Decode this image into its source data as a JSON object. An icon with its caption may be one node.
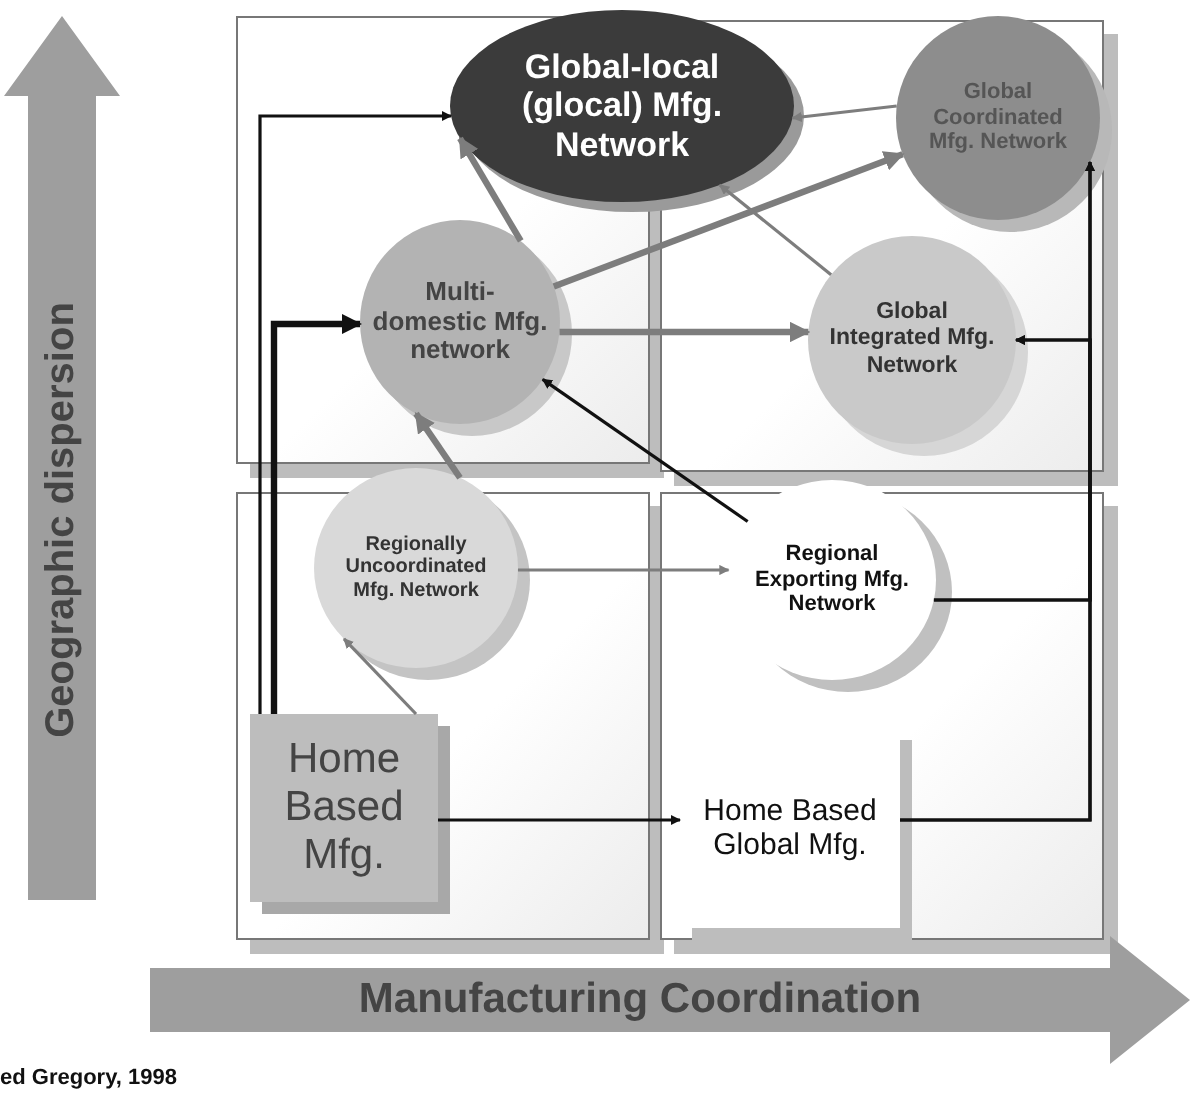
{
  "diagram": {
    "nodes": [
      {
        "text": [
          "Global-local (glocal) Mfg. Network"
        ]
      },
      {
        "text": [
          "Global Coordinated Mfg. Network"
        ]
      },
      {
        "text": [
          "Multi-domestic Mfg. network"
        ]
      },
      {
        "text": [
          "Global Integrated Mfg. Network"
        ]
      },
      {
        "text": [
          "Regionally Uncoordinated Mfg. Network"
        ]
      },
      {
        "text": [
          "Regional Exporting Mfg. Network"
        ]
      },
      {
        "text": [
          "Home Based Mfg."
        ]
      },
      {
        "text": [
          "Home Based Global Mfg."
        ]
      }
    ],
    "edges": [
      {
        "from": 6,
        "to": 0,
        "arrow": "to",
        "color": "#111111"
      },
      {
        "from": 6,
        "to": 2,
        "arrow": "to",
        "color": "#111111",
        "style": "thick"
      },
      {
        "from": 6,
        "to": 4,
        "arrow": "to",
        "color": "#7d7d7d"
      },
      {
        "from": 6,
        "to": 7,
        "arrow": "to",
        "color": "#111111"
      },
      {
        "from": 4,
        "to": 2,
        "arrow": "to",
        "color": "#7d7d7d",
        "style": "thick"
      },
      {
        "from": 4,
        "to": 5,
        "arrow": "to",
        "color": "#7d7d7d"
      },
      {
        "from": 5,
        "to": 2,
        "arrow": "to",
        "color": "#111111"
      },
      {
        "from": 2,
        "to": 0,
        "arrow": "to",
        "color": "#7d7d7d",
        "style": "thick"
      },
      {
        "from": 2,
        "to": 1,
        "arrow": "to",
        "color": "#7d7d7d",
        "style": "thick"
      },
      {
        "from": 2,
        "to": 3,
        "arrow": "to",
        "color": "#7d7d7d",
        "style": "thick"
      },
      {
        "from": 3,
        "to": 0,
        "arrow": "to",
        "color": "#7d7d7d"
      },
      {
        "from": 1,
        "to": 0,
        "arrow": "to",
        "color": "#7d7d7d"
      },
      {
        "from": 7,
        "to": 1,
        "arrow": "to",
        "color": "#111111"
      },
      {
        "from": 7,
        "to": 3,
        "arrow": "to",
        "color": "#111111"
      },
      {
        "from": 5,
        "to": 1,
        "arrow": "to",
        "color": "#111111"
      },
      {
        "from": 5,
        "to": 3,
        "arrow": "to",
        "color": "#111111"
      }
    ],
    "labels": [
      "Geographic dispersion",
      "Manufacturing Coordination",
      "ed Gregory, 1998"
    ]
  }
}
